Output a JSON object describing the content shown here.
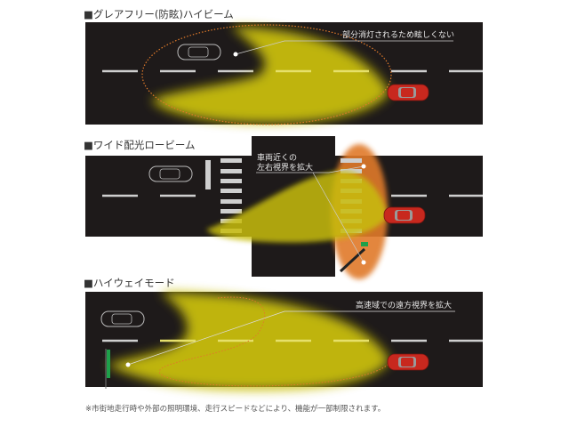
{
  "sections": [
    {
      "title": "■グレアフリー(防眩)ハイビーム",
      "callout": "部分消灯されるため眩しくない"
    },
    {
      "title": "■ワイド配光ロービーム",
      "callout_lines": [
        "車両近くの",
        "左右視界を拡大"
      ]
    },
    {
      "title": "■ハイウェイモード",
      "callout": "高速域での遠方視界を拡大"
    }
  ],
  "footnote": "※市街地走行時や外部の照明環境、走行スピードなどにより、機能が一部制限されます。",
  "colors": {
    "road": "#1e1a1a",
    "beam": "#c8bd10",
    "wide_beam": "#e07a2a",
    "car": "#c8281e",
    "marking": "#cfcfcf"
  }
}
